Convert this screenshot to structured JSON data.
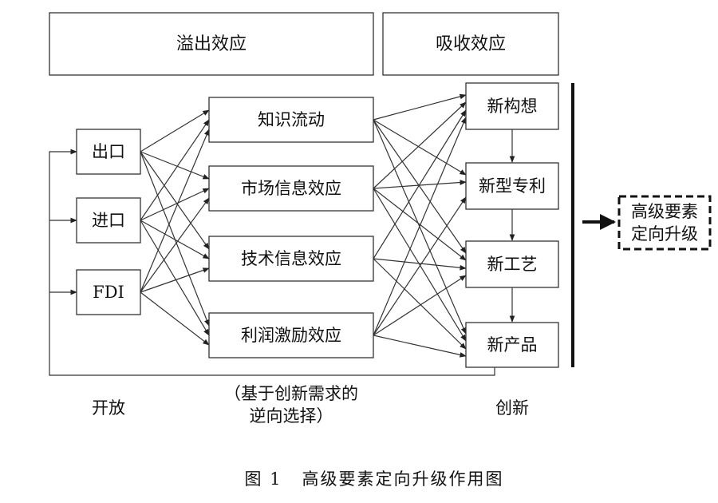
{
  "header": {
    "spillover": "溢出效应",
    "absorption": "吸收效应"
  },
  "open_sources": [
    "出口",
    "进口",
    "FDI"
  ],
  "effects": [
    "知识流动",
    "市场信息效应",
    "技术信息效应",
    "利润激励效应"
  ],
  "innovation_steps": [
    "新构想",
    "新型专利",
    "新工艺",
    "新产品"
  ],
  "result": {
    "line1": "高级要素",
    "line2": "定向升级"
  },
  "bottom_labels": {
    "open": "开放",
    "reverse_line1": "（基于创新需求的",
    "reverse_line2": "逆向选择）",
    "innovation": "创新"
  },
  "caption": {
    "number": "图 1",
    "title": "高级要素定向升级作用图"
  }
}
